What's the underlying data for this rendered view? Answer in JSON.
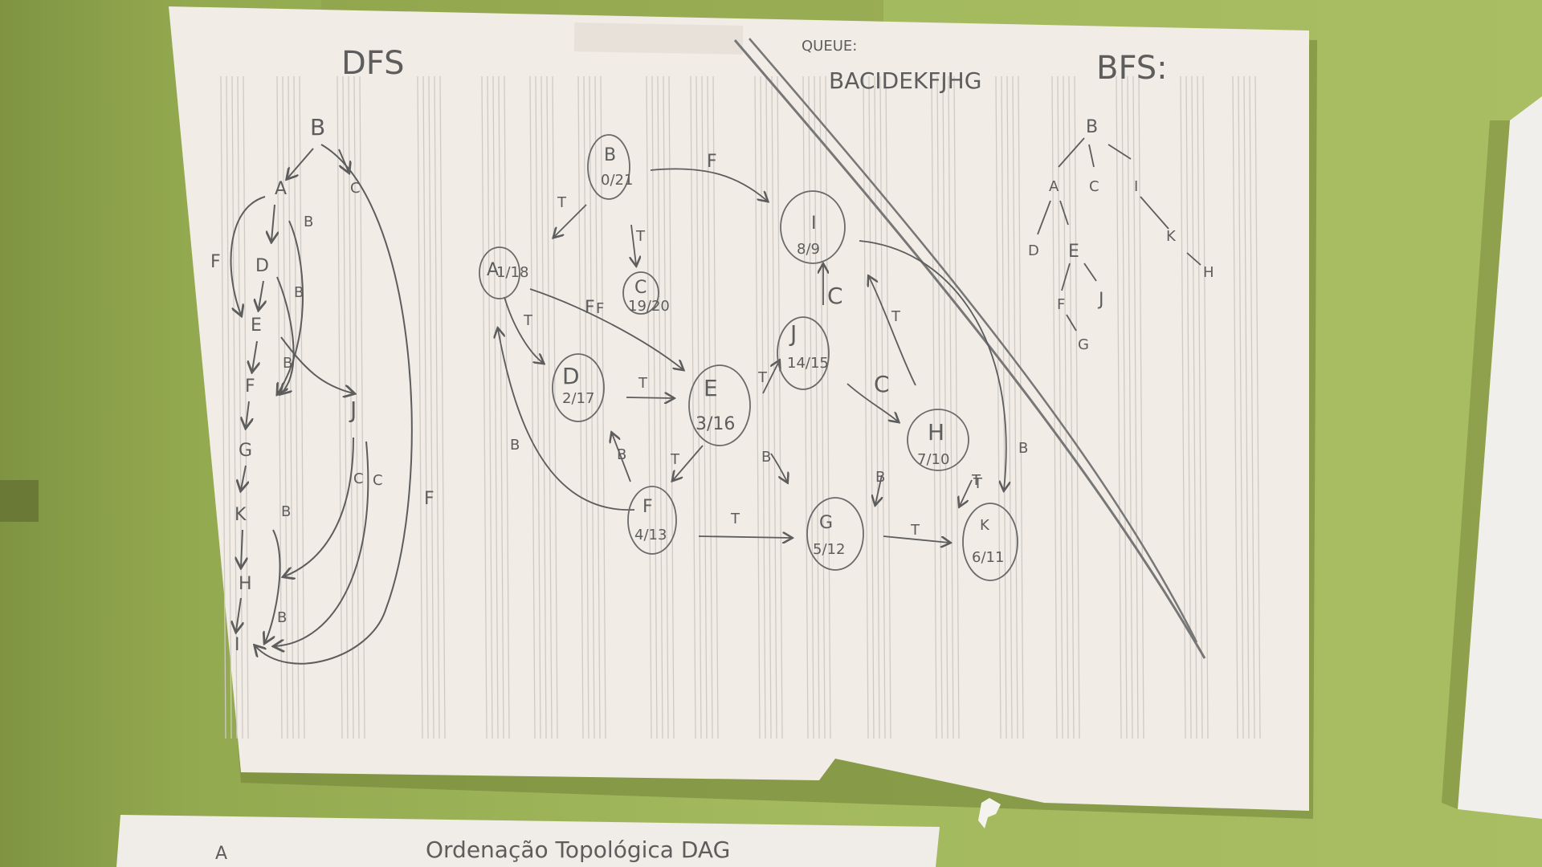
{
  "sheet": {
    "dfs_title": "DFS",
    "bfs_title": "BFS:",
    "queue_label": "QUEUE:",
    "queue_text": "BACIDEKFJHG"
  },
  "dfs_list": {
    "top": "B",
    "nodes": [
      "A",
      "D",
      "E",
      "F",
      "G",
      "K",
      "H",
      "I"
    ],
    "side_nodes": [
      "C",
      "J"
    ],
    "edge_labels": [
      "B",
      "B",
      "B",
      "B",
      "F",
      "F",
      "C",
      "C",
      "B"
    ]
  },
  "graph": {
    "nodes": [
      {
        "name": "B",
        "times": "0/21"
      },
      {
        "name": "C",
        "times": "19/20"
      },
      {
        "name": "A",
        "times": "1/18"
      },
      {
        "name": "D",
        "times": "2/17"
      },
      {
        "name": "E",
        "times": "3/16"
      },
      {
        "name": "F",
        "times": "4/13"
      },
      {
        "name": "G",
        "times": "5/12"
      },
      {
        "name": "I",
        "times": "8/9"
      },
      {
        "name": "J",
        "times": "14/15"
      },
      {
        "name": "H",
        "times": "7/10"
      },
      {
        "name": "K",
        "times": "6/11"
      }
    ],
    "edge_labels": [
      "T",
      "T",
      "F",
      "T",
      "T",
      "F",
      "T",
      "T",
      "B",
      "T",
      "T",
      "T",
      "C",
      "T",
      "C",
      "B",
      "T",
      "B",
      "B",
      "B",
      "F"
    ]
  },
  "bfs_tree": {
    "nodes": [
      "B",
      "A",
      "C",
      "I",
      "D",
      "E",
      "J",
      "K",
      "H",
      "F",
      "G"
    ]
  },
  "bottom_sheet": {
    "text": "Ordenação Topológica DAG"
  },
  "colors": {
    "wall": "#9fb55a",
    "paper": "#f1ece6",
    "pencil": "#5d5d5d"
  }
}
